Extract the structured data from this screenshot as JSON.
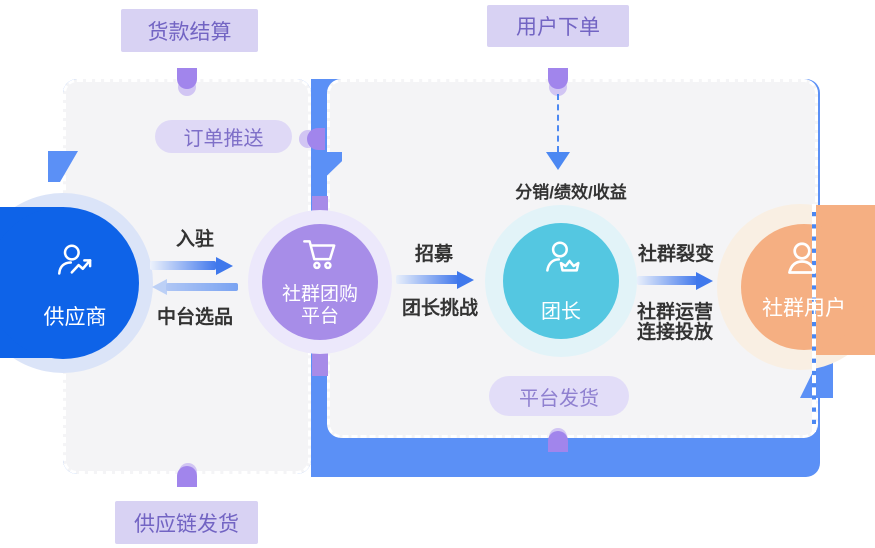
{
  "labels": {
    "settlement": "货款结算",
    "user_order": "用户下单",
    "order_push": "订单推送",
    "platform_delivery": "平台发货",
    "supply_chain_delivery": "供应链发货",
    "distribution": "分销/绩效/收益"
  },
  "nodes": {
    "supplier": {
      "label": "供应商",
      "icon": "person-trend-icon",
      "color": "#0E63E8"
    },
    "platform": {
      "label_line1": "社群团购",
      "label_line2": "平台",
      "icon": "shopping-cart-icon",
      "color": "#A78DE8"
    },
    "leader": {
      "label": "团长",
      "icon": "person-crown-icon",
      "color": "#54C7E1"
    },
    "community_users": {
      "label": "社群用户",
      "icon": "person-icon",
      "color": "#F5AF82"
    }
  },
  "flows": {
    "supplier_to_platform": "入驻",
    "platform_to_supplier": "中台选品",
    "platform_to_leader_top": "招募",
    "platform_to_leader_bottom": "团长挑战",
    "leader_to_users_top": "社群裂变",
    "leader_to_users_bottom_line1": "社群运营",
    "leader_to_users_bottom_line2": "连接投放"
  },
  "colors": {
    "band_blue": "#5B90F6",
    "border_ring_blue": "#4C88F2",
    "box_background": "#F4F4F6",
    "supplier_blue": "#0E63E8",
    "platform_purple": "#A78DE8",
    "leader_teal": "#54C7E1",
    "users_orange": "#F5AF82",
    "label_background": "#D8D2F3",
    "label_text": "#7264C3",
    "tab_purple": "#A185EC",
    "text_dark": "#333333"
  }
}
